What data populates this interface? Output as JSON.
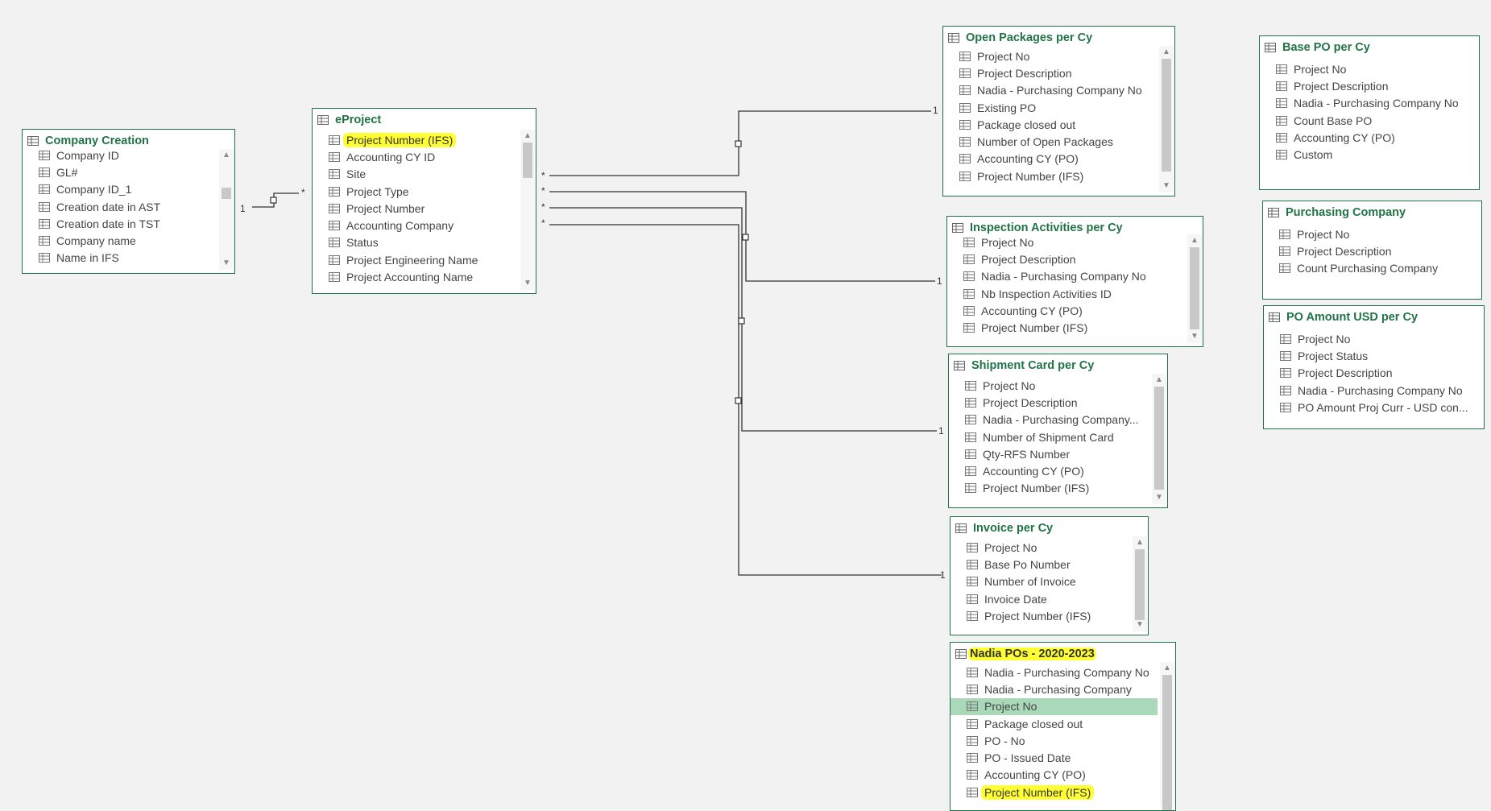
{
  "colors": {
    "border": "#217346",
    "highlight": "#ffff33",
    "selected_row": "#a9d9b9",
    "line": "#333333"
  },
  "tables": {
    "company_creation": {
      "title": "Company Creation",
      "fields": [
        "Company ID",
        "GL#",
        "Company ID_1",
        "Creation date in AST",
        "Creation date in TST",
        "Company name",
        "Name in IFS"
      ]
    },
    "eproject": {
      "title": "eProject",
      "fields": [
        "Project Number (IFS)",
        "Accounting CY ID",
        "Site",
        "Project Type",
        "Project Number",
        "Accounting Company",
        "Status",
        "Project Engineering Name",
        "Project Accounting Name"
      ]
    },
    "open_packages": {
      "title": "Open Packages per Cy",
      "fields": [
        "Project No",
        "Project Description",
        "Nadia - Purchasing Company No",
        "Existing PO",
        "Package closed out",
        "Number of Open Packages",
        "Accounting CY (PO)",
        "Project Number (IFS)"
      ]
    },
    "inspection": {
      "title": "Inspection Activities per Cy",
      "fields": [
        "Project No",
        "Project Description",
        "Nadia - Purchasing Company No",
        "Nb Inspection Activities ID",
        "Accounting CY (PO)",
        "Project Number (IFS)"
      ]
    },
    "shipment": {
      "title": "Shipment Card per Cy",
      "fields": [
        "Project No",
        "Project Description",
        "Nadia - Purchasing Company...",
        "Number of Shipment Card",
        "Qty-RFS Number",
        "Accounting CY (PO)",
        "Project Number (IFS)"
      ]
    },
    "invoice": {
      "title": "Invoice per Cy",
      "fields": [
        "Project No",
        "Base Po Number",
        "Number of Invoice",
        "Invoice Date",
        "Project Number (IFS)"
      ]
    },
    "nadia_pos": {
      "title": "Nadia POs - 2020-2023",
      "fields": [
        "Nadia - Purchasing Company No",
        "Nadia - Purchasing Company",
        "Project No",
        "Package closed out",
        "PO - No",
        "PO - Issued Date",
        "Accounting CY (PO)",
        "Project Number (IFS)"
      ]
    },
    "base_po": {
      "title": "Base PO per Cy",
      "fields": [
        "Project No",
        "Project Description",
        "Nadia - Purchasing Company No",
        "Count Base PO",
        "Accounting CY (PO)",
        "Custom"
      ]
    },
    "purchasing_company": {
      "title": "Purchasing Company",
      "fields": [
        "Project No",
        "Project Description",
        "Count Purchasing Company"
      ]
    },
    "po_amount": {
      "title": "PO Amount USD per Cy",
      "fields": [
        "Project No",
        "Project Status",
        "Project Description",
        "Nadia - Purchasing Company No",
        "PO Amount Proj Curr - USD con..."
      ]
    }
  },
  "relationships": {
    "one": "1",
    "many": "*"
  }
}
